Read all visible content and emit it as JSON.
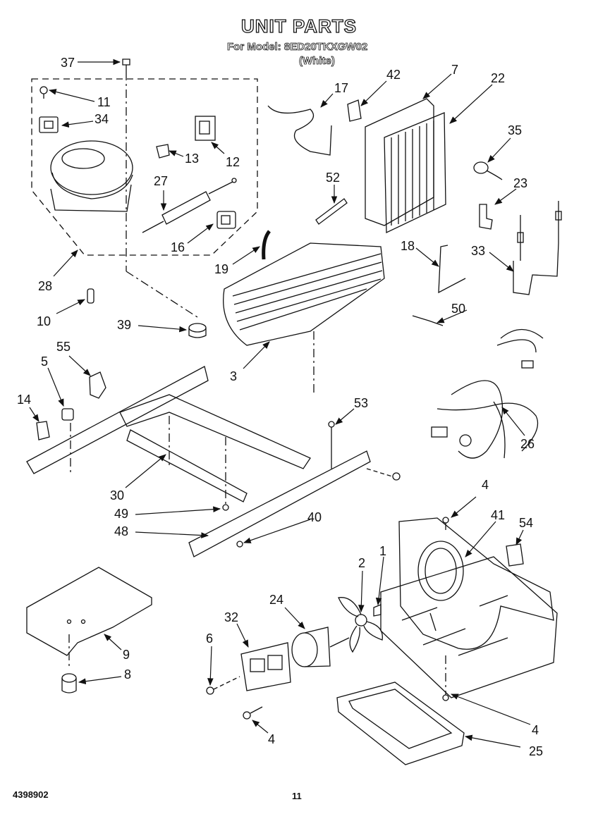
{
  "header": {
    "title": "UNIT PARTS",
    "model_line": "For Model: 8ED20TKXGW02",
    "color_line": "(White)"
  },
  "footer": {
    "doc_number": "4398902",
    "page_number": "11"
  },
  "callouts": [
    {
      "id": "c37",
      "label": "37"
    },
    {
      "id": "c11",
      "label": "11"
    },
    {
      "id": "c34",
      "label": "34"
    },
    {
      "id": "c17",
      "label": "17"
    },
    {
      "id": "c42",
      "label": "42"
    },
    {
      "id": "c7",
      "label": "7"
    },
    {
      "id": "c22",
      "label": "22"
    },
    {
      "id": "c35",
      "label": "35"
    },
    {
      "id": "c12",
      "label": "12"
    },
    {
      "id": "c13",
      "label": "13"
    },
    {
      "id": "c27",
      "label": "27"
    },
    {
      "id": "c52",
      "label": "52"
    },
    {
      "id": "c23",
      "label": "23"
    },
    {
      "id": "c16",
      "label": "16"
    },
    {
      "id": "c18",
      "label": "18"
    },
    {
      "id": "c33",
      "label": "33"
    },
    {
      "id": "c19",
      "label": "19"
    },
    {
      "id": "c28",
      "label": "28"
    },
    {
      "id": "c10",
      "label": "10"
    },
    {
      "id": "c50",
      "label": "50"
    },
    {
      "id": "c39",
      "label": "39"
    },
    {
      "id": "c3",
      "label": "3"
    },
    {
      "id": "c5",
      "label": "5"
    },
    {
      "id": "c55",
      "label": "55"
    },
    {
      "id": "c14",
      "label": "14"
    },
    {
      "id": "c53",
      "label": "53"
    },
    {
      "id": "c26",
      "label": "26"
    },
    {
      "id": "c30",
      "label": "30"
    },
    {
      "id": "c4a",
      "label": "4"
    },
    {
      "id": "c41",
      "label": "41"
    },
    {
      "id": "c54",
      "label": "54"
    },
    {
      "id": "c49",
      "label": "49"
    },
    {
      "id": "c40",
      "label": "40"
    },
    {
      "id": "c48",
      "label": "48"
    },
    {
      "id": "c1",
      "label": "1"
    },
    {
      "id": "c2",
      "label": "2"
    },
    {
      "id": "c24",
      "label": "24"
    },
    {
      "id": "c32",
      "label": "32"
    },
    {
      "id": "c6",
      "label": "6"
    },
    {
      "id": "c9",
      "label": "9"
    },
    {
      "id": "c8",
      "label": "8"
    },
    {
      "id": "c4b",
      "label": "4"
    },
    {
      "id": "c4c",
      "label": "4"
    },
    {
      "id": "c25",
      "label": "25"
    }
  ]
}
